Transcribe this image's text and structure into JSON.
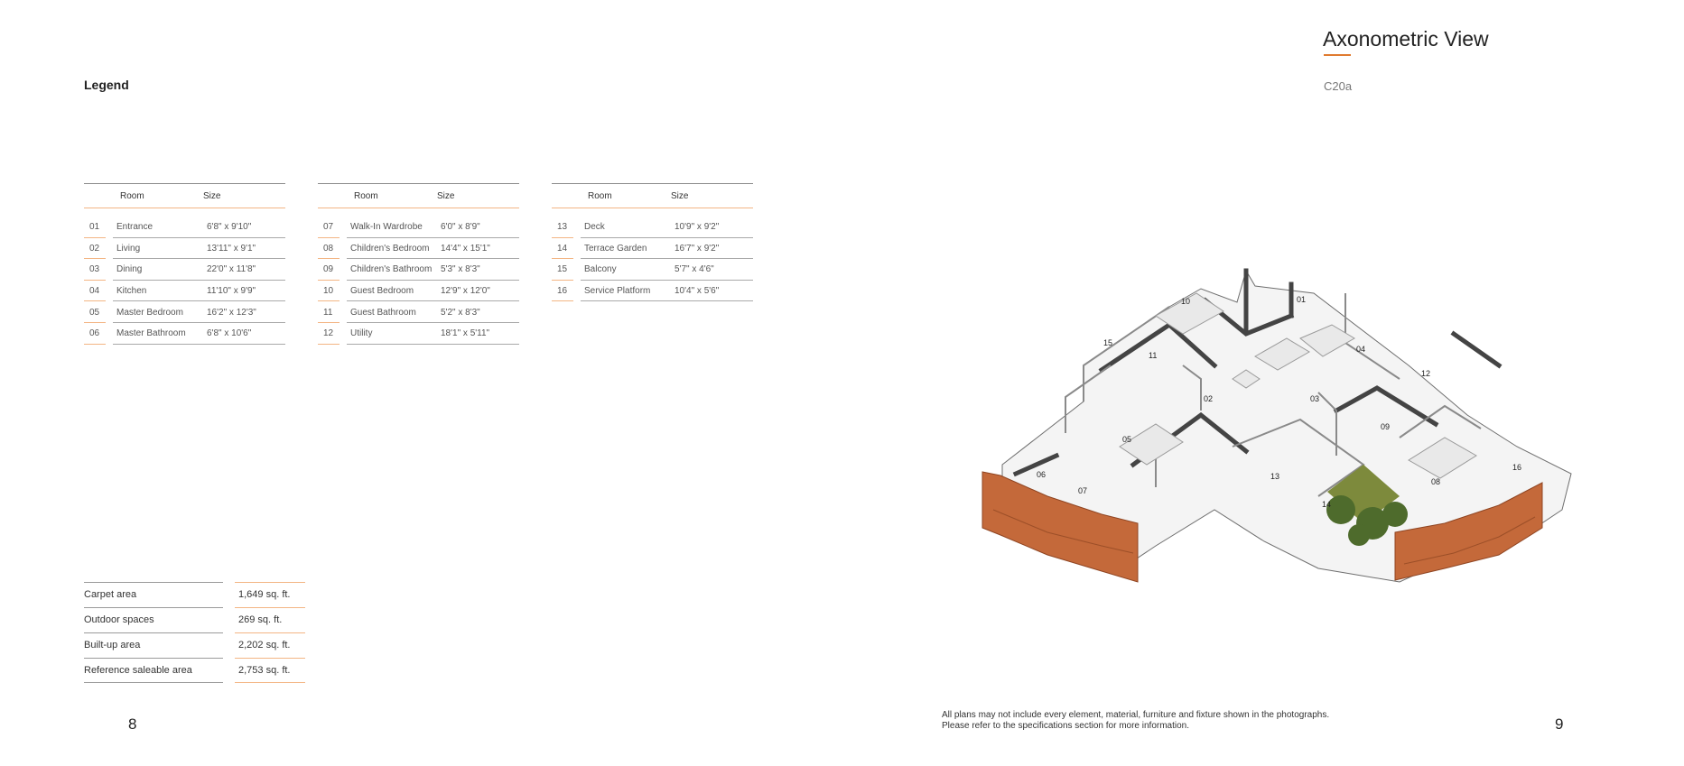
{
  "legend": {
    "title": "Legend"
  },
  "columns": {
    "room": "Room",
    "size": "Size"
  },
  "rooms_a": [
    {
      "num": "01",
      "room": "Entrance",
      "size": "6'8\" x 9'10\""
    },
    {
      "num": "02",
      "room": "Living",
      "size": "13'11\" x 9'1\""
    },
    {
      "num": "03",
      "room": "Dining",
      "size": "22'0\" x 11'8\""
    },
    {
      "num": "04",
      "room": "Kitchen",
      "size": "11'10\" x 9'9\""
    },
    {
      "num": "05",
      "room": "Master Bedroom",
      "size": "16'2\" x 12'3\""
    },
    {
      "num": "06",
      "room": "Master Bathroom",
      "size": "6'8\" x 10'6\""
    }
  ],
  "rooms_b": [
    {
      "num": "07",
      "room": "Walk-In Wardrobe",
      "size": "6'0\" x 8'9\""
    },
    {
      "num": "08",
      "room": "Children's Bedroom",
      "size": "14'4\" x 15'1\""
    },
    {
      "num": "09",
      "room": "Children's Bathroom",
      "size": "5'3\" x 8'3\""
    },
    {
      "num": "10",
      "room": "Guest Bedroom",
      "size": "12'9\" x 12'0\""
    },
    {
      "num": "11",
      "room": "Guest Bathroom",
      "size": " 5'2\" x 8'3\""
    },
    {
      "num": "12",
      "room": "Utility",
      "size": "18'1\" x 5'11\""
    }
  ],
  "rooms_c": [
    {
      "num": "13",
      "room": "Deck",
      "size": "10'9\" x 9'2\""
    },
    {
      "num": "14",
      "room": "Terrace Garden",
      "size": "16'7\" x 9'2\""
    },
    {
      "num": "15",
      "room": "Balcony",
      "size": "5'7\" x 4'6\""
    },
    {
      "num": "16",
      "room": "Service Platform",
      "size": "10'4\" x 5'6\""
    }
  ],
  "areas": [
    {
      "label": "Carpet area",
      "value": "1,649 sq. ft."
    },
    {
      "label": "Outdoor spaces",
      "value": "269 sq. ft."
    },
    {
      "label": "Built-up area",
      "value": "2,202 sq. ft."
    },
    {
      "label": "Reference saleable area",
      "value": "2,753 sq. ft."
    }
  ],
  "page_left": "8",
  "page_right": "9",
  "view": {
    "title": "Axonometric View",
    "code": "C20a"
  },
  "disclaimer": {
    "line1": "All plans may not include every element, material, furniture and fixture shown in the photographs.",
    "line2": "Please refer to the specifications section for more information."
  },
  "plan_labels": {
    "r01": "01",
    "r02": "02",
    "r03": "03",
    "r04": "04",
    "r05": "05",
    "r06": "06",
    "r07": "07",
    "r08": "08",
    "r09": "09",
    "r10": "10",
    "r11": "11",
    "r12": "12",
    "r13": "13",
    "r14": "14",
    "r15": "15",
    "r16": "16"
  },
  "colors": {
    "accent": "#e07a2f",
    "facade": "#c4693a",
    "garden": "#7d8a3c"
  }
}
